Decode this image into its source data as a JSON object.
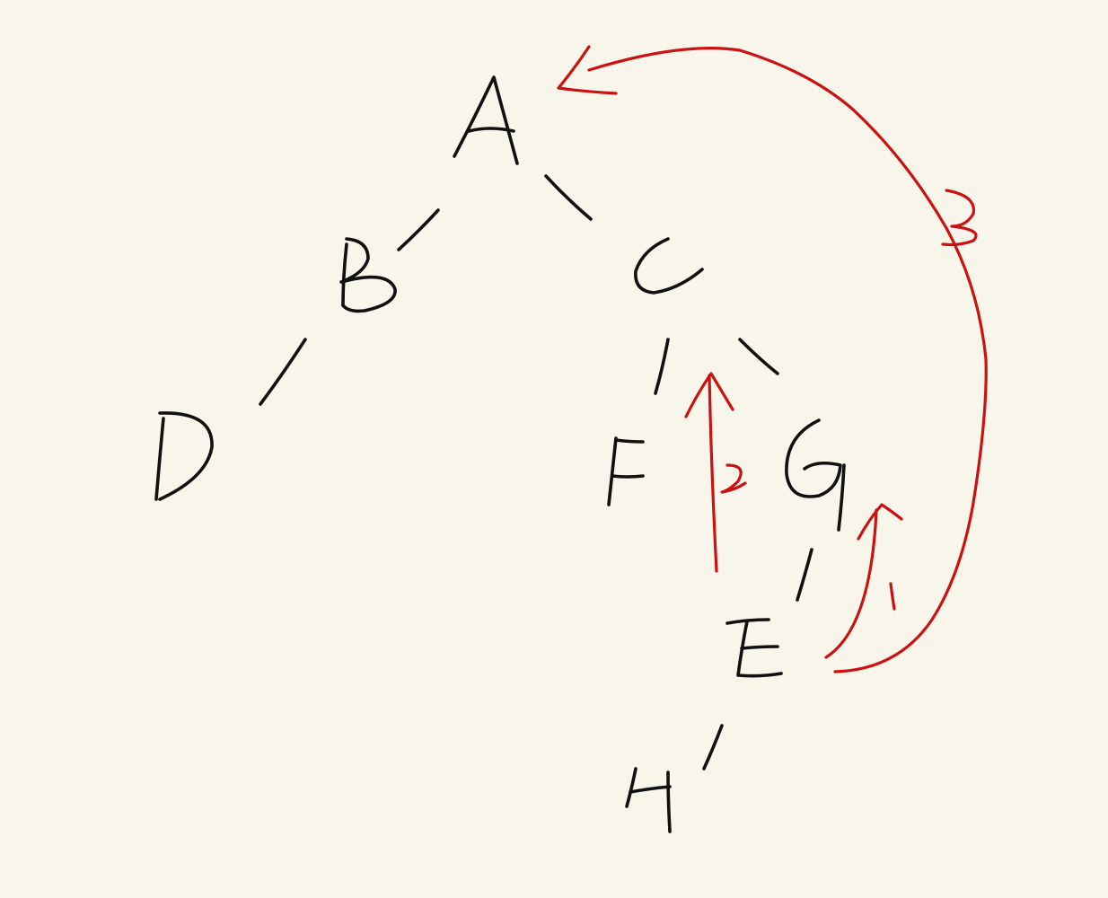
{
  "nodes": [
    {
      "id": "A",
      "label": "A"
    },
    {
      "id": "B",
      "label": "B"
    },
    {
      "id": "C",
      "label": "C"
    },
    {
      "id": "D",
      "label": "D"
    },
    {
      "id": "F",
      "label": "F"
    },
    {
      "id": "G",
      "label": "G"
    },
    {
      "id": "E",
      "label": "E"
    },
    {
      "id": "H",
      "label": "H"
    }
  ],
  "edges": [
    {
      "from": "A",
      "to": "B"
    },
    {
      "from": "A",
      "to": "C"
    },
    {
      "from": "B",
      "to": "D"
    },
    {
      "from": "C",
      "to": "F"
    },
    {
      "from": "C",
      "to": "G"
    },
    {
      "from": "G",
      "to": "E"
    },
    {
      "from": "E",
      "to": "H"
    }
  ],
  "annotations": [
    {
      "label": "1",
      "from": "E",
      "to": "G"
    },
    {
      "label": "2",
      "from": "C",
      "to": "F"
    },
    {
      "label": "3",
      "from": "E",
      "to": "A"
    }
  ],
  "colors": {
    "background": "#f8f5ea",
    "ink": "#111111",
    "annotation": "#cc1111"
  }
}
